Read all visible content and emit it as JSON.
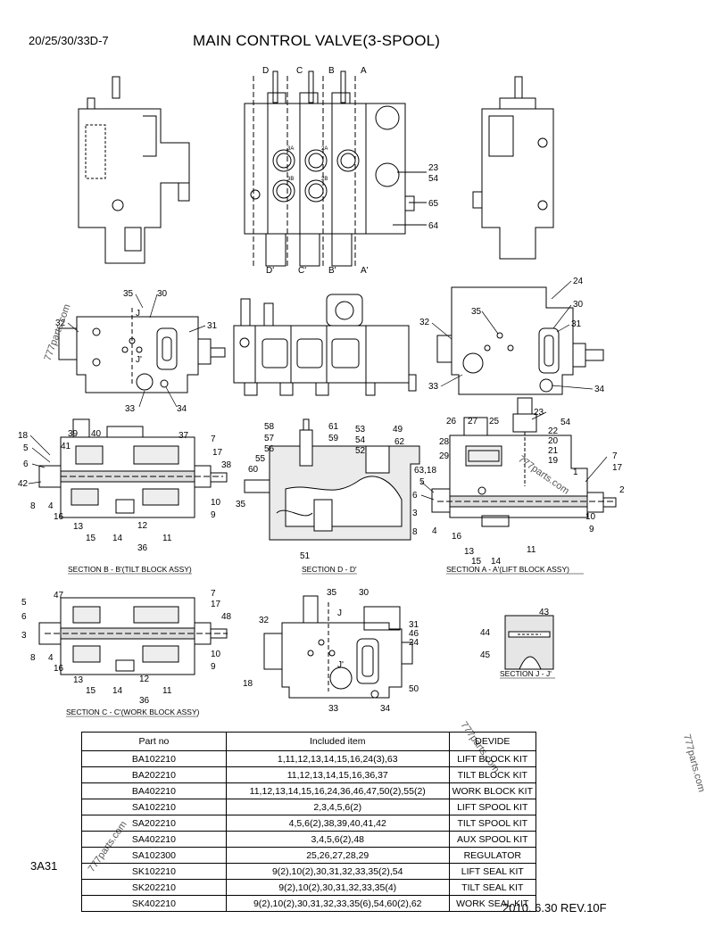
{
  "header": {
    "model": "20/25/30/33D-7",
    "title": "MAIN CONTROL VALVE(3-SPOOL)"
  },
  "top_view": {
    "section_marks": [
      "D",
      "C",
      "B",
      "A"
    ],
    "section_marks_bottom": [
      "D'",
      "C'",
      "B'",
      "A'"
    ],
    "port_marks": [
      "3A",
      "2A",
      "3B",
      "2B"
    ],
    "callouts": [
      "23",
      "54",
      "65",
      "64"
    ]
  },
  "row2": {
    "left_callouts": [
      "35",
      "30",
      "32",
      "31",
      "33",
      "34"
    ],
    "left_cut_marks": [
      "J",
      "J'"
    ],
    "right_callouts": [
      "24",
      "30",
      "35",
      "32",
      "31",
      "33",
      "34"
    ]
  },
  "section_b": {
    "caption": "SECTION B - B'(TILT BLOCK ASSY)",
    "callouts": [
      "18",
      "39",
      "40",
      "37",
      "7",
      "5",
      "41",
      "17",
      "6",
      "38",
      "42",
      "8",
      "4",
      "10",
      "16",
      "9",
      "13",
      "12",
      "11",
      "15",
      "14",
      "36"
    ]
  },
  "section_d": {
    "caption": "SECTION D - D'",
    "callouts": [
      "58",
      "61",
      "53",
      "49",
      "57",
      "59",
      "54",
      "62",
      "56",
      "52",
      "55",
      "60",
      "35",
      "51"
    ]
  },
  "section_a": {
    "caption": "SECTION A - A'(LIFT BLOCK ASSY)",
    "callouts": [
      "23",
      "26",
      "27",
      "25",
      "54",
      "22",
      "28",
      "20",
      "21",
      "19",
      "29",
      "7",
      "17",
      "63,18",
      "1",
      "5",
      "2",
      "6",
      "3",
      "10",
      "8",
      "4",
      "16",
      "9",
      "13",
      "11",
      "15",
      "14"
    ]
  },
  "section_c": {
    "caption": "SECTION C - C'(WORK BLOCK ASSY)",
    "callouts": [
      "5",
      "47",
      "7",
      "6",
      "17",
      "48",
      "3",
      "8",
      "4",
      "10",
      "16",
      "9",
      "13",
      "12",
      "11",
      "15",
      "14",
      "36"
    ]
  },
  "row4_mid": {
    "callouts": [
      "35",
      "30",
      "32",
      "31",
      "46",
      "24",
      "18",
      "50",
      "33",
      "34"
    ],
    "cut_marks": [
      "J",
      "J'"
    ]
  },
  "section_j": {
    "caption": "SECTION J - J'",
    "callouts": [
      "43",
      "44",
      "45"
    ]
  },
  "watermarks": [
    "777parts.com",
    "777parts.com",
    "777parts.com",
    "777parts.com",
    "777parts.com"
  ],
  "table": {
    "headers": [
      "Part no",
      "Included item",
      "DEVIDE"
    ],
    "rows": [
      [
        "BA102210",
        "1,11,12,13,14,15,16,24(3),63",
        "LIFT BLOCK KIT"
      ],
      [
        "BA202210",
        "11,12,13,14,15,16,36,37",
        "TILT BLOCK KIT"
      ],
      [
        "BA402210",
        "11,12,13,14,15,16,24,36,46,47,50(2),55(2)",
        "WORK BLOCK KIT"
      ],
      [
        "SA102210",
        "2,3,4,5,6(2)",
        "LIFT SPOOL KIT"
      ],
      [
        "SA202210",
        "4,5,6(2),38,39,40,41,42",
        "TILT SPOOL KIT"
      ],
      [
        "SA402210",
        "3,4,5,6(2),48",
        "AUX SPOOL KIT"
      ],
      [
        "SA102300",
        "25,26,27,28,29",
        "REGULATOR"
      ],
      [
        "SK102210",
        "9(2),10(2),30,31,32,33,35(2),54",
        "LIFT SEAL KIT"
      ],
      [
        "SK202210",
        "9(2),10(2),30,31,32,33,35(4)",
        "TILT SEAL KIT"
      ],
      [
        "SK402210",
        "9(2),10(2),30,31,32,33,35(6),54,60(2),62",
        "WORK SEAL KIT"
      ]
    ]
  },
  "footer": {
    "page_code": "3A31",
    "revision": "2010. 6.30  REV.10F"
  }
}
